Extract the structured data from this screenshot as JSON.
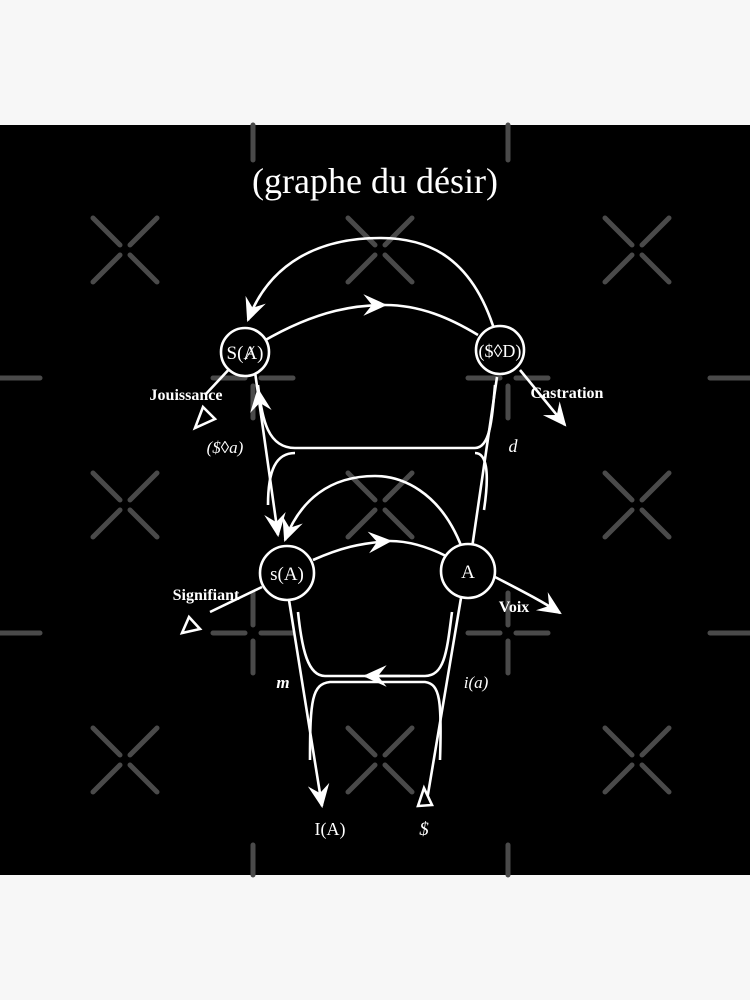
{
  "title": "(graphe du désir)",
  "colors": {
    "background_outer": "#f7f7f7",
    "canvas": "#000000",
    "lines": "#ffffff",
    "watermark": "#4a4a4a"
  },
  "nodes": {
    "upper_left": "S(Ⱥ)",
    "upper_right": "($◊D)",
    "lower_left": "s(A)",
    "lower_right": "A"
  },
  "labels": {
    "jouissance": "Jouissance",
    "castration": "Castration",
    "drive": "($◊a)",
    "desire": "d",
    "signifiant": "Signifiant",
    "voix": "Voix",
    "ego": "m",
    "image": "i(a)",
    "ego_ideal": "I(A)",
    "barred_subject": "$"
  }
}
